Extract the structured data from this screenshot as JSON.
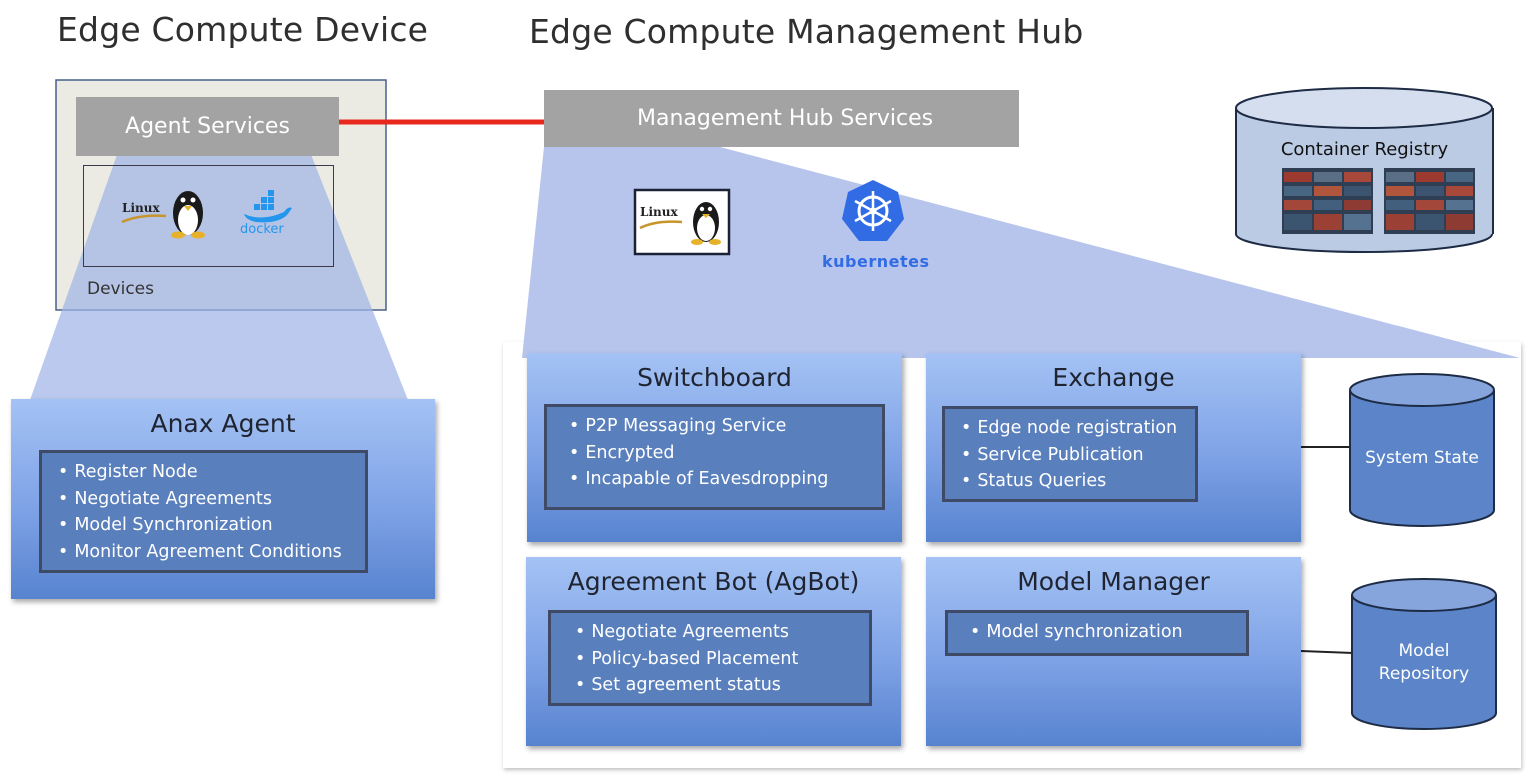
{
  "device": {
    "title": "Edge Compute Device",
    "agent_services": "Agent Services",
    "devices_label": "Devices",
    "logos": {
      "linux": "Linux",
      "docker": "docker"
    }
  },
  "hub": {
    "title": "Edge Compute Management Hub",
    "services": "Management Hub Services",
    "logos": {
      "linux": "Linux",
      "kubernetes": "kubernetes"
    }
  },
  "anax": {
    "title": "Anax Agent",
    "items": [
      "Register Node",
      "Negotiate Agreements",
      "Model Synchronization",
      "Monitor Agreement Conditions"
    ]
  },
  "switchboard": {
    "title": "Switchboard",
    "items": [
      "P2P Messaging Service",
      "Encrypted",
      "Incapable of Eavesdropping"
    ]
  },
  "exchange": {
    "title": "Exchange",
    "items": [
      "Edge node registration",
      "Service Publication",
      "Status Queries"
    ]
  },
  "agbot": {
    "title": "Agreement Bot (AgBot)",
    "items": [
      "Negotiate Agreements",
      "Policy-based Placement",
      "Set agreement status"
    ]
  },
  "model_manager": {
    "title": "Model Manager",
    "items": [
      "Model synchronization"
    ]
  },
  "storage": {
    "system_state": "System State",
    "model_repository": "Model Repository",
    "container_registry": "Container Registry"
  },
  "colors": {
    "arrow": "#e8281c",
    "panel_top": "#a4c2f4",
    "panel_bottom": "#5783cf",
    "cylinder": "#5b84c9",
    "projection": "#b3c3ec"
  }
}
